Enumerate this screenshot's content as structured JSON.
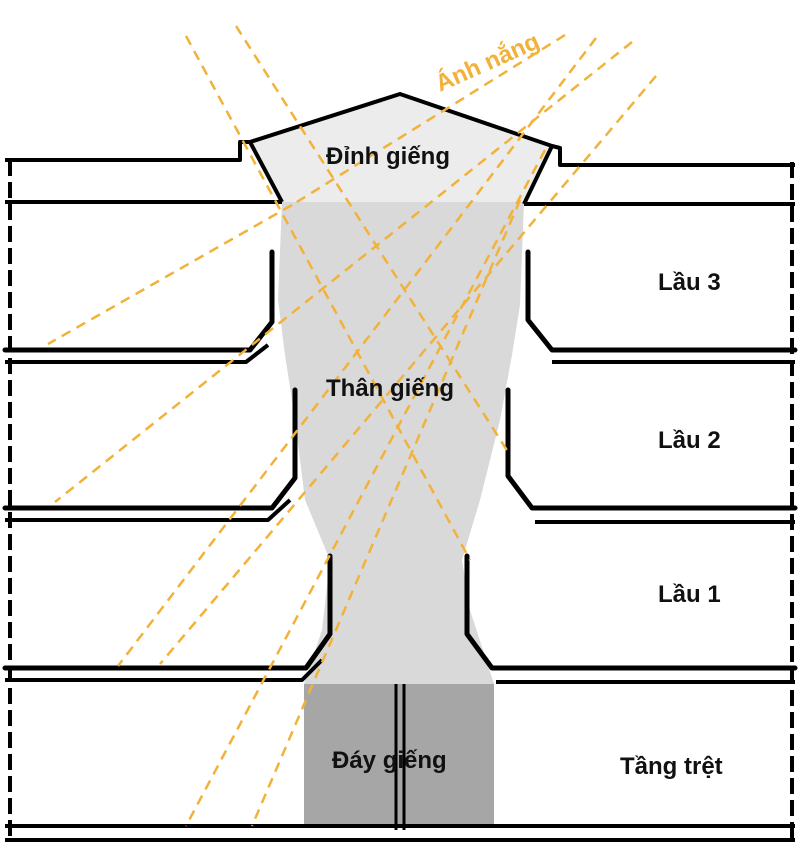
{
  "colors": {
    "sunlight": "#f2b23a",
    "well_light": "#d9d9d9",
    "well_top": "#ececec",
    "well_bottom": "#a6a6a6",
    "lines": "#000000"
  },
  "labels": {
    "sunlight": "Ánh nắng",
    "well_top": "Đỉnh giếng",
    "well_body": "Thân giếng",
    "well_bottom": "Đáy giếng",
    "floor_3": "Lầu 3",
    "floor_2": "Lầu 2",
    "floor_1": "Lầu 1",
    "ground_floor": "Tầng trệt"
  }
}
